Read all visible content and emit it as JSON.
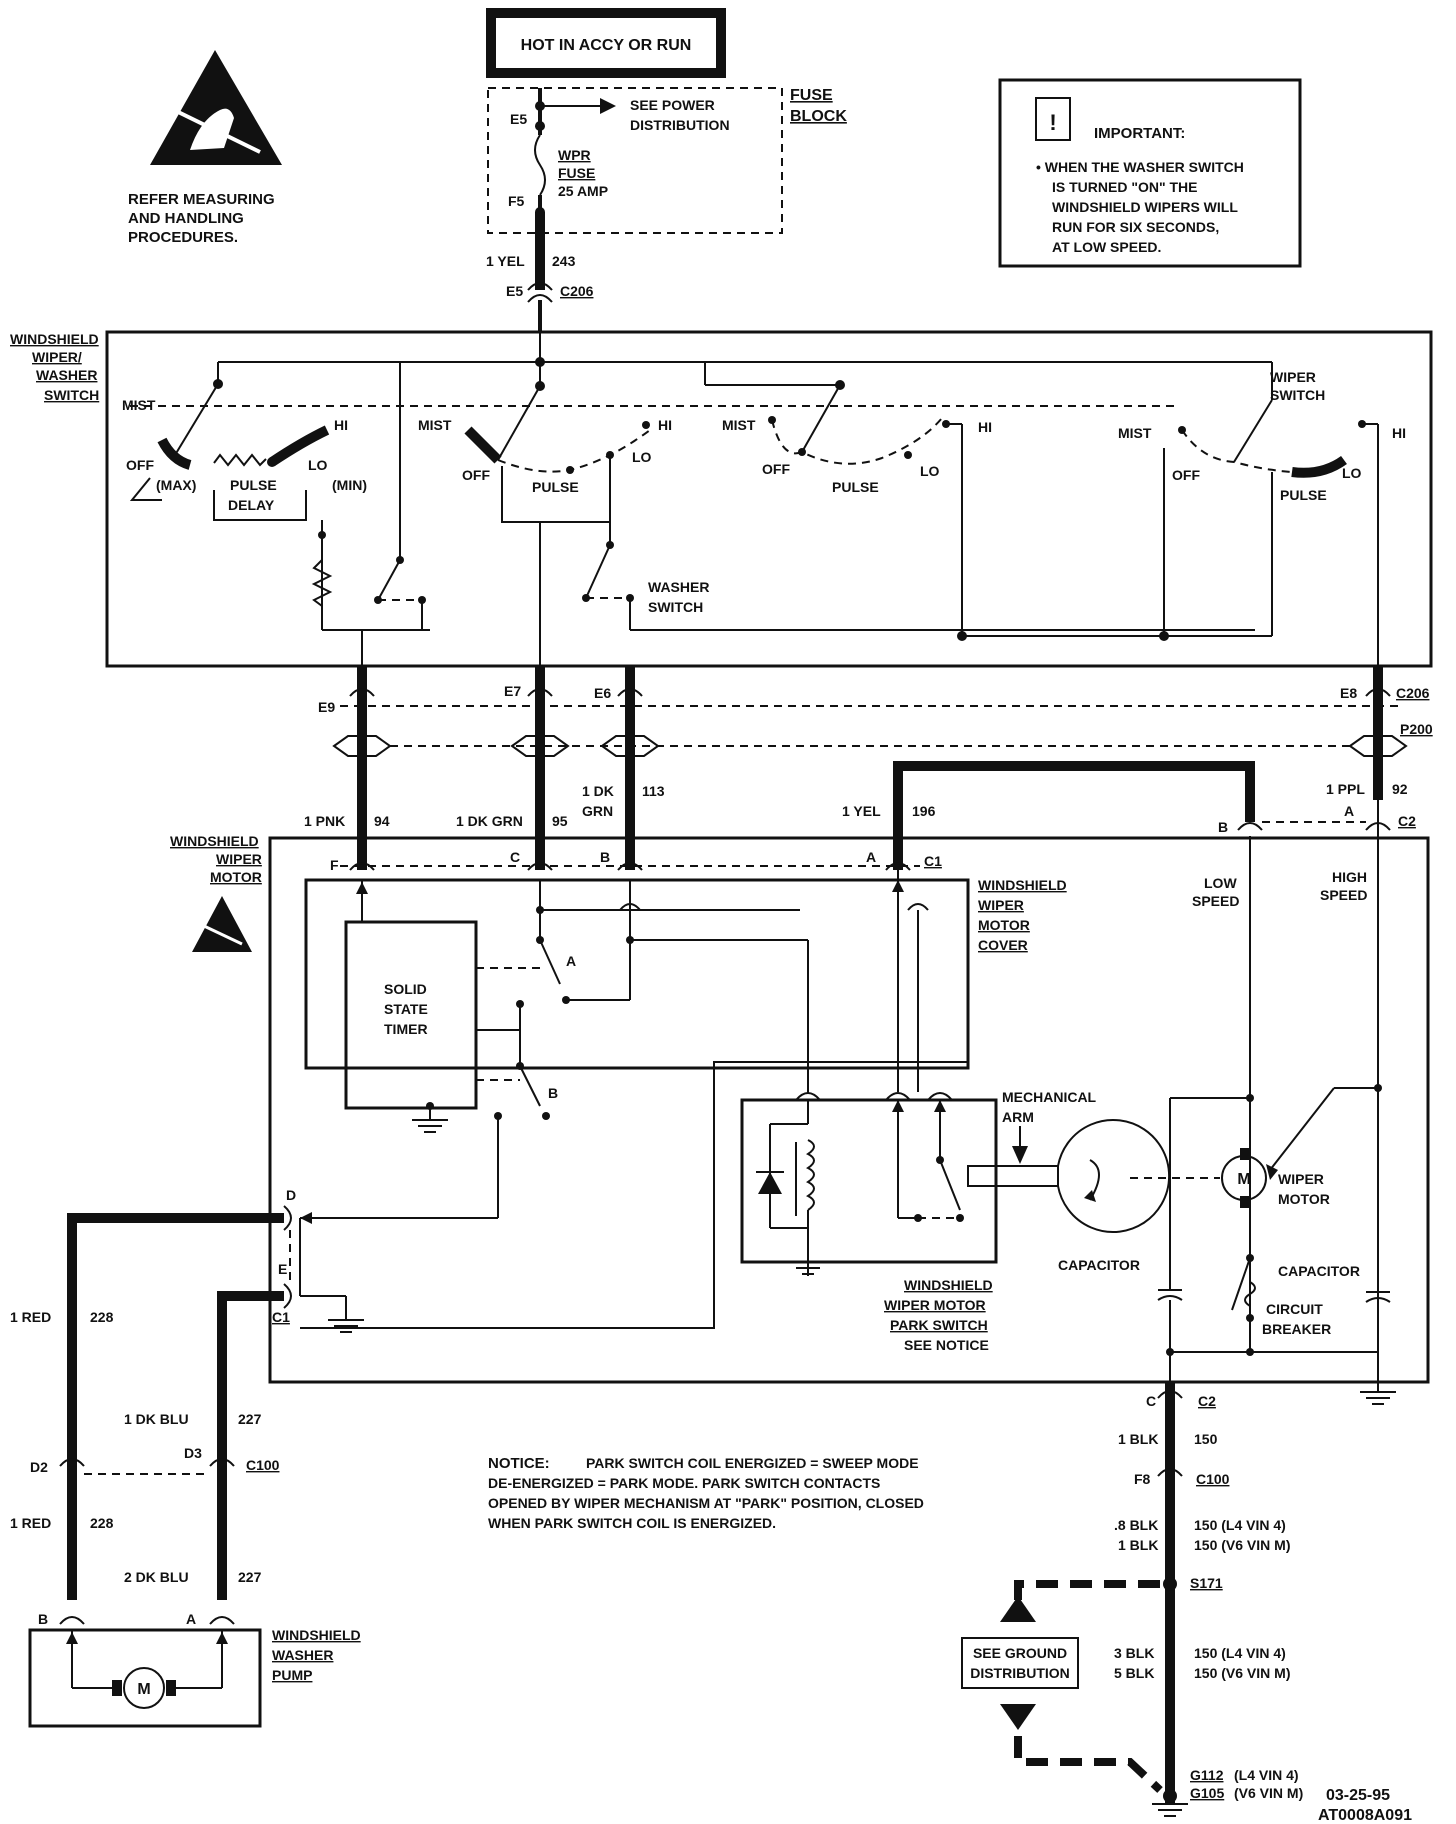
{
  "header": {
    "hot_label": "HOT IN ACCY OR RUN",
    "fuse_block": "FUSE BLOCK",
    "see_power": "SEE POWER DISTRIBUTION",
    "fuse_name": "WPR FUSE",
    "fuse_rating": "25 AMP",
    "term_e5": "E5",
    "term_f5": "F5"
  },
  "esd": {
    "note_line1": "REFER MEASURING",
    "note_line2": "AND HANDLING",
    "note_line3": "PROCEDURES."
  },
  "important": {
    "title": "IMPORTANT:",
    "icon": "exclamation-icon",
    "line1": "• WHEN THE WASHER SWITCH",
    "line2": "IS TURNED \"ON\" THE",
    "line3": "WINDSHIELD WIPERS WILL",
    "line4": "RUN FOR SIX SECONDS,",
    "line5": "AT LOW SPEED."
  },
  "feed": {
    "wire": "1 YEL",
    "circuit": "243",
    "terminal": "E5",
    "connector": "C206"
  },
  "switch_block": {
    "label1": "WINDSHIELD",
    "label2": "WIPER/",
    "label3": "WASHER",
    "label4": "SWITCH",
    "mist": "MIST",
    "off": "OFF",
    "hi": "HI",
    "lo": "LO",
    "max": "(MAX)",
    "min": "(MIN)",
    "pulse": "PULSE",
    "delay": "DELAY",
    "washer_switch1": "WASHER",
    "washer_switch2": "SWITCH",
    "wiper_switch1": "WIPER",
    "wiper_switch2": "SWITCH"
  },
  "connectors": {
    "e9": "E9",
    "e7": "E7",
    "e6": "E6",
    "e8": "E8",
    "c206": "C206",
    "p200": "P200"
  },
  "wires_mid": {
    "w1": "1 PNK",
    "c1": "94",
    "w2": "1 DK GRN",
    "c2": "95",
    "w3a": "1 DK",
    "w3b": "GRN",
    "c3": "113",
    "w4": "1 YEL",
    "c4": "196",
    "w5": "1 PPL",
    "c5": "92"
  },
  "motor_block": {
    "label1": "WINDSHIELD",
    "label2": "WIPER",
    "label3": "MOTOR",
    "pin_f": "F",
    "pin_c": "C",
    "pin_b": "B",
    "pin_a": "A",
    "conn_c1": "C1",
    "pin_b2": "B",
    "pin_a2": "A",
    "conn_c2": "C2",
    "cover1": "WINDSHIELD",
    "cover2": "WIPER",
    "cover3": "MOTOR",
    "cover4": "COVER",
    "timer1": "SOLID",
    "timer2": "STATE",
    "timer3": "TIMER",
    "relay_a": "A",
    "relay_b": "B",
    "mech1": "MECHANICAL",
    "mech2": "ARM",
    "capacitor": "CAPACITOR",
    "capacitor2": "CAPACITOR",
    "motor_symbol": "M",
    "wiper_motor1": "WIPER",
    "wiper_motor2": "MOTOR",
    "low1": "LOW",
    "low2": "SPEED",
    "high1": "HIGH",
    "high2": "SPEED",
    "breaker1": "CIRCUIT",
    "breaker2": "BREAKER",
    "park1": "WINDSHIELD",
    "park2": "WIPER MOTOR",
    "park3": "PARK SWITCH",
    "park4": "SEE NOTICE",
    "pin_d": "D",
    "pin_e": "E",
    "conn_c1b": "C1"
  },
  "washer": {
    "w_red1": "1 RED",
    "c_228a": "228",
    "w_blu1": "1 DK BLU",
    "c_227a": "227",
    "d2": "D2",
    "d3": "D3",
    "c100": "C100",
    "w_red2": "1 RED",
    "c_228b": "228",
    "w_blu2": "2 DK BLU",
    "c_227b": "227",
    "pin_b": "B",
    "pin_a": "A",
    "motor_symbol": "M",
    "pump1": "WINDSHIELD",
    "pump2": "WASHER",
    "pump3": "PUMP"
  },
  "notice": {
    "title": "NOTICE:",
    "line1": "PARK SWITCH COIL ENERGIZED = SWEEP MODE",
    "line2": "DE-ENERGIZED = PARK MODE.  PARK SWITCH CONTACTS",
    "line3": "OPENED BY WIPER MECHANISM AT \"PARK\" POSITION, CLOSED",
    "line4": "WHEN PARK SWITCH COIL IS ENERGIZED."
  },
  "ground": {
    "pin_c": "C",
    "conn_c2": "C2",
    "w1": "1 BLK",
    "c1": "150",
    "f8": "F8",
    "c100": "C100",
    "w2a": ".8 BLK",
    "c2a": "150 (L4 VIN 4)",
    "w2b": "1 BLK",
    "c2b": "150 (V6 VIN M)",
    "splice": "S171",
    "see_ground1": "SEE GROUND",
    "see_ground2": "DISTRIBUTION",
    "w3a": "3 BLK",
    "c3a": "150 (L4 VIN 4)",
    "w3b": "5 BLK",
    "c3b": "150 (V6 VIN M)",
    "g112": "G112",
    "g112_note": "(L4 VIN 4)",
    "g105": "G105",
    "g105_note": "(V6 VIN M)"
  },
  "footer": {
    "date": "03-25-95",
    "code": "AT0008A091"
  }
}
